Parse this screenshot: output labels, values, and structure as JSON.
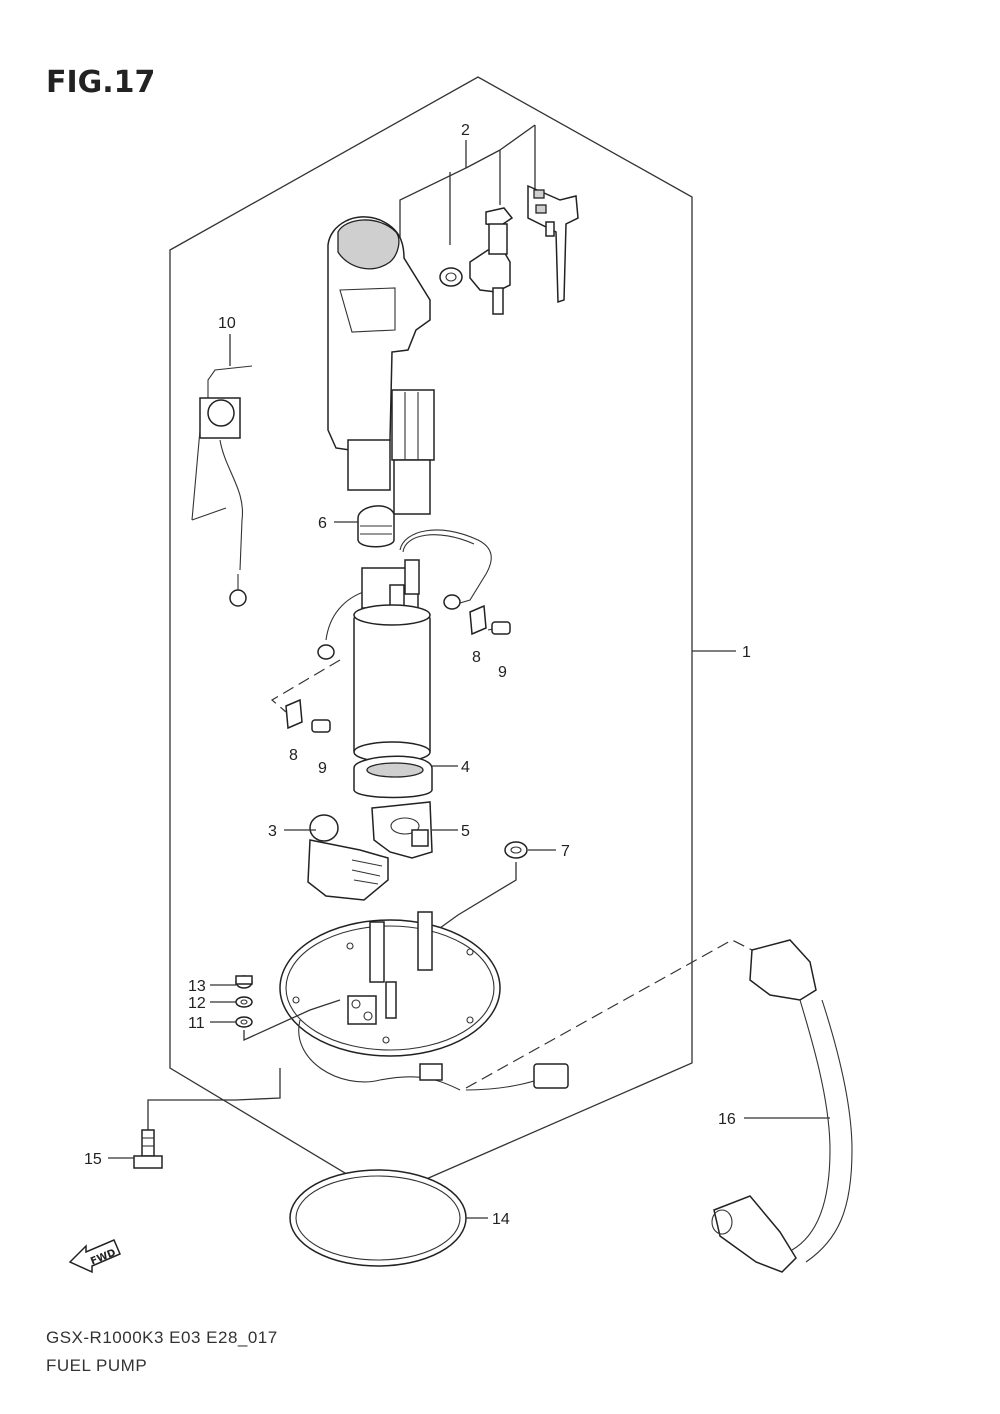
{
  "figure": {
    "title": "FIG.17",
    "model_code": "GSX-R1000K3 E03 E28_017",
    "name": "FUEL PUMP",
    "fwd_label": "FWD"
  },
  "callouts": {
    "c1": "1",
    "c2": "2",
    "c3": "3",
    "c4": "4",
    "c5": "5",
    "c6": "6",
    "c7": "7",
    "c8a": "8",
    "c8b": "8",
    "c9a": "9",
    "c9b": "9",
    "c10": "10",
    "c11": "11",
    "c12": "12",
    "c13": "13",
    "c14": "14",
    "c15": "15",
    "c16": "16"
  }
}
